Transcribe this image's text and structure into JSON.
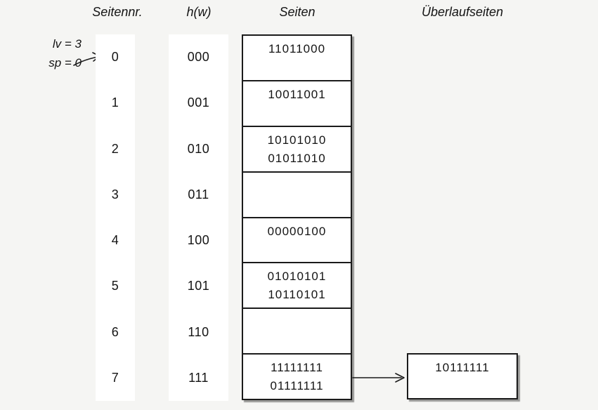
{
  "headers": {
    "seitennr": "Seitennr.",
    "hw": "h(w)",
    "seiten": "Seiten",
    "ueberlaufseiten": "Überlaufseiten"
  },
  "annotation": {
    "line1": "lv = 3",
    "line2": "sp = 0"
  },
  "rows": [
    {
      "nr": "0",
      "hw": "000",
      "lines": [
        "11011000"
      ]
    },
    {
      "nr": "1",
      "hw": "001",
      "lines": [
        "10011001"
      ]
    },
    {
      "nr": "2",
      "hw": "010",
      "lines": [
        "10101010",
        "01011010"
      ]
    },
    {
      "nr": "3",
      "hw": "011",
      "lines": []
    },
    {
      "nr": "4",
      "hw": "100",
      "lines": [
        "00000100"
      ]
    },
    {
      "nr": "5",
      "hw": "101",
      "lines": [
        "01010101",
        "10110101"
      ]
    },
    {
      "nr": "6",
      "hw": "110",
      "lines": []
    },
    {
      "nr": "7",
      "hw": "111",
      "lines": [
        "11111111",
        "01111111"
      ]
    }
  ],
  "overflow": {
    "attached_to_row": "7",
    "value": "10111111"
  },
  "icons": {
    "overflow_arrow": "→",
    "pointer_arrow": "↗"
  },
  "colors": {
    "background": "#f5f5f3",
    "strip_background": "#ffffff",
    "box_border": "#1b1b1b",
    "text": "#141414",
    "shadow": "rgba(0,0,0,0.38)"
  }
}
